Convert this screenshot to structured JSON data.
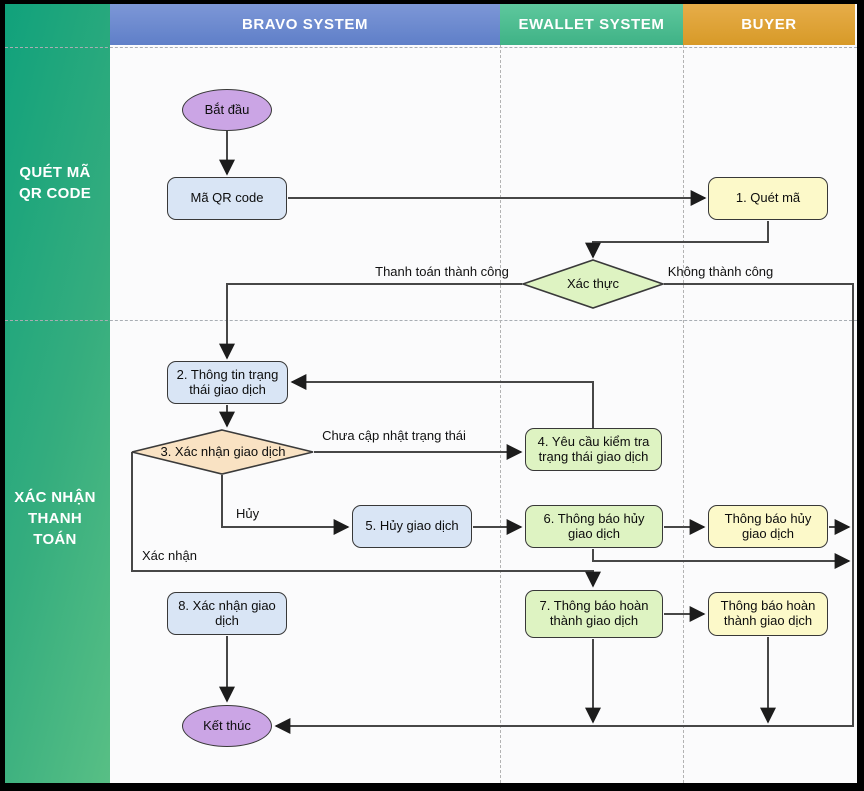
{
  "header": {
    "bravo": "BRAVO SYSTEM",
    "ewallet": "EWALLET SYSTEM",
    "buyer": "BUYER"
  },
  "sidebar": {
    "lane1": "QUÉT MÃ\nQR CODE",
    "lane2": "XÁC NHẬN\nTHANH\nTOÁN"
  },
  "nodes": {
    "start": "Bắt đầu",
    "qr_code": "Mã QR code",
    "scan": "1. Quét mã",
    "verify": "Xác thực",
    "status_info": "2. Thông tin trạng thái giao dịch",
    "confirm_txn": "3. Xác nhận giao dịch",
    "check_status": "4. Yêu cầu kiểm tra trạng thái giao dịch",
    "cancel_txn": "5. Hủy giao dịch",
    "notify_cancel": "6. Thông báo hủy giao dịch",
    "buyer_cancel": "Thông báo hủy giao dịch",
    "notify_complete": "7. Thông báo hoàn thành giao dịch",
    "buyer_complete": "Thông báo hoàn thành giao dịch",
    "confirm_final": "8. Xác nhận giao dịch",
    "end": "Kết thúc"
  },
  "edge_labels": {
    "success": "Thanh toán thành công",
    "fail": "Không thành công",
    "not_updated": "Chưa cập nhật trạng thái",
    "cancel": "Hủy",
    "confirm": "Xác nhận"
  },
  "colors": {
    "bravo_header": "#6c8bd1",
    "ewallet_header": "#4dbc92",
    "buyer_header": "#dfa336",
    "sidebar_green": "#18a57d",
    "node_blue": "#d9e5f5",
    "node_green": "#def3c2",
    "node_yellow": "#fcf9c9",
    "node_orange": "#f9e2c3",
    "node_purple": "#cba5e5",
    "connector": "#474747"
  }
}
